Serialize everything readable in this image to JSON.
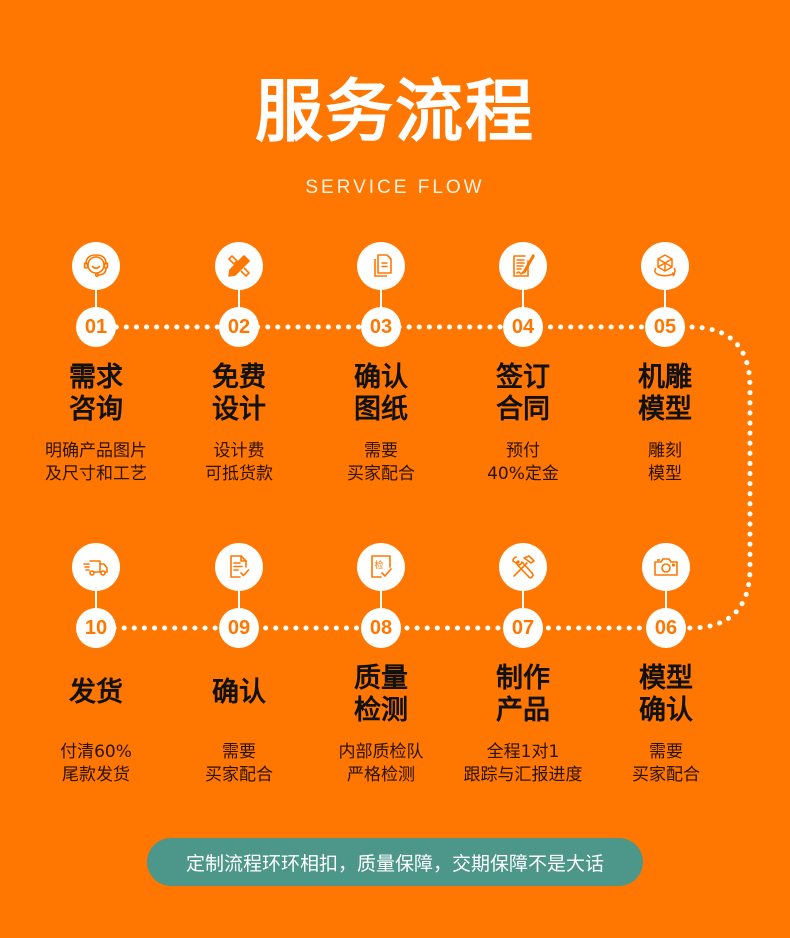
{
  "header": {
    "title": "服务流程",
    "subtitle": "SERVICE FLOW"
  },
  "colors": {
    "background": "#FF7700",
    "accent_text": "#FF7700",
    "footer_pill": "#4C968A",
    "circle": "#FFFFFF",
    "title_text": "#111111"
  },
  "steps": [
    {
      "number": "01",
      "icon": "headset-support-icon",
      "title_line1": "需求",
      "title_line2": "咨询",
      "desc_line1": "明确产品图片",
      "desc_line2": "及尺寸和工艺"
    },
    {
      "number": "02",
      "icon": "pencil-ruler-design-icon",
      "title_line1": "免费",
      "title_line2": "设计",
      "desc_line1": "设计费",
      "desc_line2": "可抵货款"
    },
    {
      "number": "03",
      "icon": "documents-icon",
      "title_line1": "确认",
      "title_line2": "图纸",
      "desc_line1": "需要",
      "desc_line2": "买家配合"
    },
    {
      "number": "04",
      "icon": "contract-sign-icon",
      "title_line1": "签订",
      "title_line2": "合同",
      "desc_line1": "预付",
      "desc_line2": "40%定金"
    },
    {
      "number": "05",
      "icon": "3d-model-cube-icon",
      "title_line1": "机雕",
      "title_line2": "模型",
      "desc_line1": "雕刻",
      "desc_line2": "模型"
    },
    {
      "number": "06",
      "icon": "camera-icon",
      "title_line1": "模型",
      "title_line2": "确认",
      "desc_line1": "需要",
      "desc_line2": "买家配合"
    },
    {
      "number": "07",
      "icon": "hammer-wrench-tools-icon",
      "title_line1": "制作",
      "title_line2": "产品",
      "desc_line1": "全程1对1",
      "desc_line2": "跟踪与汇报进度"
    },
    {
      "number": "08",
      "icon": "inspection-check-icon",
      "icon_text": "检",
      "title_line1": "质量",
      "title_line2": "检测",
      "desc_line1": "内部质检队",
      "desc_line2": "严格检测"
    },
    {
      "number": "09",
      "icon": "document-check-icon",
      "title_line1": "确认",
      "title_line2": "",
      "desc_line1": "需要",
      "desc_line2": "买家配合"
    },
    {
      "number": "10",
      "icon": "delivery-truck-icon",
      "title_line1": "发货",
      "title_line2": "",
      "desc_line1": "付清60%",
      "desc_line2": "尾款发货"
    }
  ],
  "footer": {
    "slogan": "定制流程环环相扣，质量保障，交期保障不是大话"
  }
}
